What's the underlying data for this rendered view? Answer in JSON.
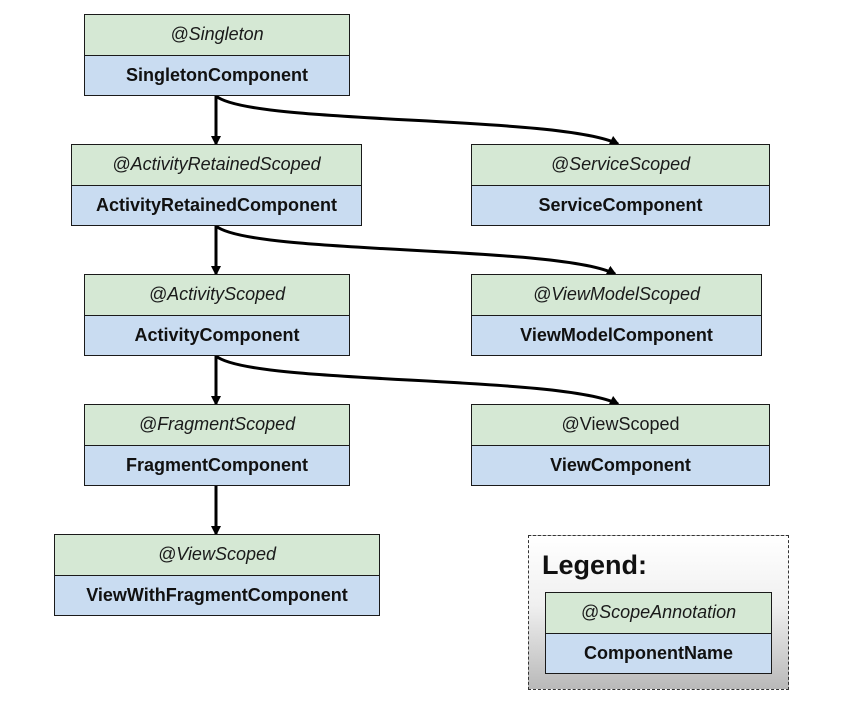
{
  "colors": {
    "annotation_fill": "#d5e8d4",
    "component_fill": "#c9dcf1",
    "border": "#1a1a1a",
    "arrow": "#000000"
  },
  "nodes": {
    "singleton": {
      "annotation": "@Singleton",
      "component": "SingletonComponent"
    },
    "activity_retained": {
      "annotation": "@ActivityRetainedScoped",
      "component": "ActivityRetainedComponent"
    },
    "service": {
      "annotation": "@ServiceScoped",
      "component": "ServiceComponent"
    },
    "activity": {
      "annotation": "@ActivityScoped",
      "component": "ActivityComponent"
    },
    "view_model": {
      "annotation": "@ViewModelScoped",
      "component": "ViewModelComponent"
    },
    "fragment": {
      "annotation": "@FragmentScoped",
      "component": "FragmentComponent"
    },
    "view": {
      "annotation": "@ViewScoped",
      "component": "ViewComponent"
    },
    "view_with_fragment": {
      "annotation": "@ViewScoped",
      "component": "ViewWithFragmentComponent"
    }
  },
  "edges": [
    {
      "from": "singleton",
      "to": "activity_retained"
    },
    {
      "from": "singleton",
      "to": "service"
    },
    {
      "from": "activity_retained",
      "to": "activity"
    },
    {
      "from": "activity_retained",
      "to": "view_model"
    },
    {
      "from": "activity",
      "to": "fragment"
    },
    {
      "from": "activity",
      "to": "view"
    },
    {
      "from": "fragment",
      "to": "view_with_fragment"
    }
  ],
  "legend": {
    "title": "Legend:",
    "annotation": "@ScopeAnnotation",
    "component": "ComponentName"
  }
}
